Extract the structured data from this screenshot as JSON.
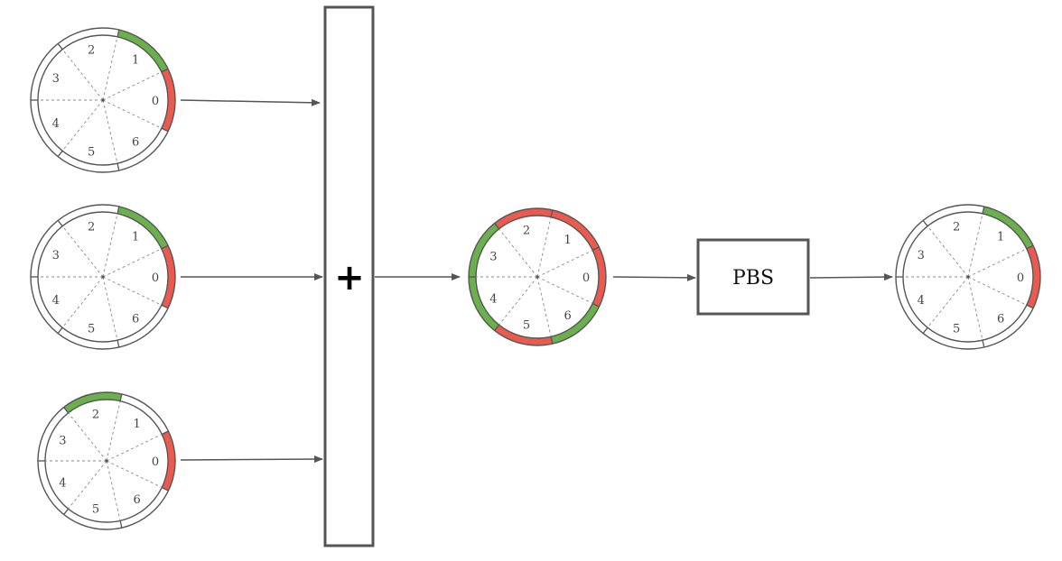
{
  "colors": {
    "green": "#6ab04c",
    "red": "#eb5a4f",
    "line": "#555555",
    "dash": "#888888"
  },
  "sector_labels": [
    "0",
    "1",
    "2",
    "3",
    "4",
    "5",
    "6"
  ],
  "wheels": [
    {
      "id": "input-1",
      "segments": [
        {
          "sector": 0,
          "color": "red"
        },
        {
          "sector": 1,
          "color": "green"
        }
      ]
    },
    {
      "id": "input-2",
      "segments": [
        {
          "sector": 0,
          "color": "red"
        },
        {
          "sector": 1,
          "color": "green"
        }
      ]
    },
    {
      "id": "input-3",
      "segments": [
        {
          "sector": 0,
          "color": "red"
        },
        {
          "sector": 2,
          "color": "green"
        }
      ]
    },
    {
      "id": "sum",
      "segments": [
        {
          "sector": 0,
          "color": "red"
        },
        {
          "sector": 1,
          "color": "red"
        },
        {
          "sector": 2,
          "color": "red"
        },
        {
          "sector": 3,
          "color": "green"
        },
        {
          "sector": 4,
          "color": "green"
        },
        {
          "sector": 5,
          "color": "red"
        },
        {
          "sector": 6,
          "color": "green"
        }
      ]
    },
    {
      "id": "output",
      "segments": [
        {
          "sector": 0,
          "color": "red"
        },
        {
          "sector": 1,
          "color": "green"
        }
      ]
    }
  ],
  "adder": {
    "symbol": "+"
  },
  "pbs_box": {
    "label": "PBS"
  }
}
